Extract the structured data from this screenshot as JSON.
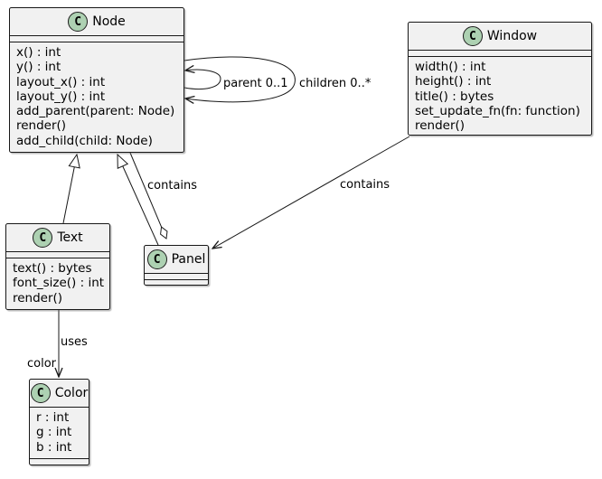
{
  "diagram": {
    "classes": [
      {
        "id": "node",
        "icon_letter": "C",
        "name": "Node",
        "members": [
          "x() : int",
          "y() : int",
          "layout_x() : int",
          "layout_y() : int",
          "add_parent(parent: Node)",
          "render()",
          "add_child(child: Node)"
        ]
      },
      {
        "id": "window",
        "icon_letter": "C",
        "name": "Window",
        "members": [
          "width() : int",
          "height() : int",
          "title() : bytes",
          "set_update_fn(fn: function)",
          "render()"
        ]
      },
      {
        "id": "text",
        "icon_letter": "C",
        "name": "Text",
        "members": [
          "text() : bytes",
          "font_size() : int",
          "render()"
        ]
      },
      {
        "id": "panel",
        "icon_letter": "C",
        "name": "Panel",
        "members": []
      },
      {
        "id": "color",
        "icon_letter": "C",
        "name": "Color",
        "members": [
          "r : int",
          "g : int",
          "b : int"
        ]
      }
    ],
    "edge_labels": {
      "parent": "parent 0..1",
      "children": "children 0..*",
      "node_panel_contains": "contains",
      "window_panel_contains": "contains",
      "uses": "uses",
      "color": "color"
    },
    "colors": {
      "class_fill": "#F1F1F1",
      "class_border": "#181818",
      "icon_fill": "#ADD1B2",
      "edge": "#181818"
    }
  }
}
